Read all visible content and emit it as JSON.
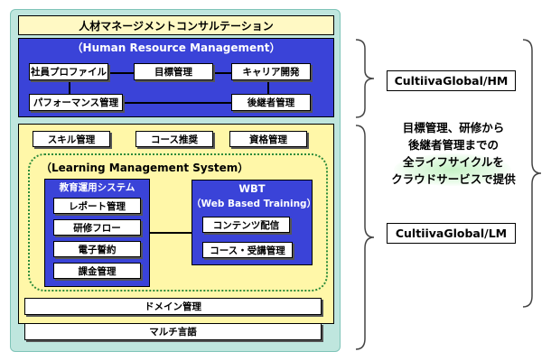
{
  "title": "人材マネージメントコンサルテーション",
  "hm": {
    "title": "（Human Resource Management）",
    "modules": [
      "社員プロファイル",
      "目標管理",
      "キャリア開発",
      "パフォーマンス管理",
      "後継者管理"
    ]
  },
  "lm": {
    "top_modules": [
      "スキル管理",
      "コース推奨",
      "資格管理"
    ],
    "lms_title": "（Learning Management System）",
    "edu": {
      "title": "教育運用システム",
      "modules": [
        "レポート管理",
        "研修フロー",
        "電子誓約",
        "課金管理"
      ]
    },
    "wbt": {
      "title": "WBT",
      "subtitle": "（Web Based Training）",
      "modules": [
        "コンテンツ配信",
        "コース・受講管理"
      ]
    }
  },
  "domain_mgmt": "ドメイン管理",
  "multi_lang": "マルチ言語",
  "products": {
    "hm": "CultiivaGlobal/HM",
    "lm": "CultiivaGlobal/LM"
  },
  "description": [
    "目標管理、研修から",
    "後継者管理までの",
    "全ライフサイクルを",
    "クラウドサービスで提供"
  ],
  "colors": {
    "outer_bg": "#bfe6de",
    "hm_panel": "#3a43d8",
    "lm_panel": "#fff7a8",
    "title_bar": "#fff9c4",
    "dotted_border": "#2c8a3a"
  }
}
